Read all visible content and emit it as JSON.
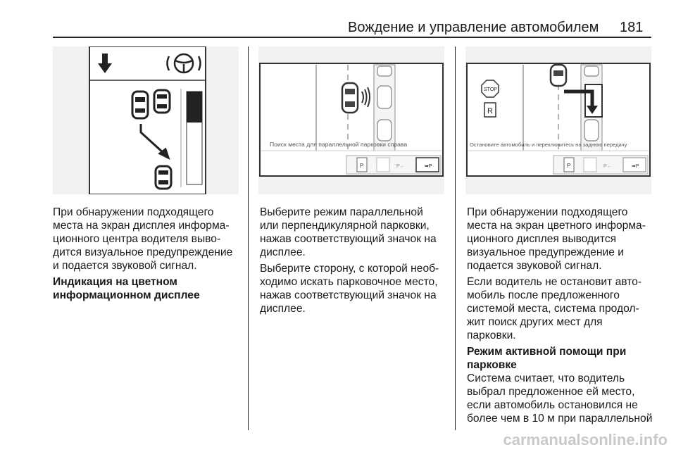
{
  "header": {
    "title": "Вождение и управление автомобилем",
    "page_number": "181"
  },
  "figure1": {},
  "figure2": {
    "caption": "Поиск места для параллельной парковки справа",
    "seg_left": "P←",
    "seg_right": "➡P"
  },
  "figure3": {
    "stop_sign": "STOP",
    "gear_r": "R",
    "caption": "Остановите автомобиль и переключитесь на заднюю передачу",
    "seg_left": "P←",
    "seg_right": "➡P"
  },
  "column1": {
    "p1": [
      "При обнаружении подходящего",
      "места на экран дисплея информа-",
      "ционного центра водителя выво-",
      "дится визуальное предупреждение",
      "и подается звуковой сигнал."
    ],
    "heading": [
      "Индикация на цветном",
      "информационном дисплее"
    ]
  },
  "column2": {
    "p1": [
      "Выберите режим параллельной",
      "или перпендикулярной парковки,",
      "нажав соответствующий значок на",
      "дисплее."
    ],
    "p2": [
      "Выберите сторону, с которой необ-",
      "ходимо искать парковочное место,",
      "нажав соответствующий значок на",
      "дисплее."
    ]
  },
  "column3": {
    "p1": [
      "При обнаружении подходящего",
      "места на экран цветного информа-",
      "ционного дисплея выводится",
      "визуальное предупреждение и",
      "подается звуковой сигнал."
    ],
    "p2": [
      "Если водитель не остановит авто-",
      "мобиль после предложенного",
      "системой места, система продол-",
      "жит поиск других мест для",
      "парковки."
    ],
    "heading": [
      "Режим активной помощи при",
      "парковке"
    ],
    "p3": [
      "Система считает, что водитель",
      "выбрал предложенное ей место,",
      "если автомобиль остановился не",
      "более чем в 10 м при параллельной"
    ]
  },
  "watermark": "carmanualsonline.info"
}
